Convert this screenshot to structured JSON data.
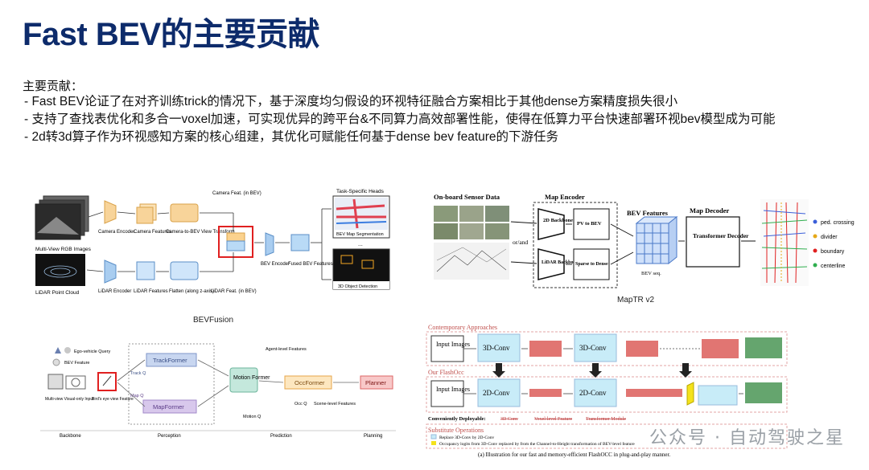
{
  "slide": {
    "title": "Fast BEV的主要贡献",
    "contrib_head": "主要贡献：",
    "bullets": [
      "- Fast BEV论证了在对齐训练trick的情况下，基于深度均匀假设的环视特征融合方案相比于其他dense方案精度损失很小",
      "- 支持了查找表优化和多合一voxel加速，可实现优异的跨平台&不同算力高效部署性能，使得在低算力平台快速部署环视bev模型成为可能",
      "- 2d转3d算子作为环视感知方案的核心组建，其优化可赋能任何基于dense bev feature的下游任务"
    ],
    "watermark": "公众号 · 自动驾驶之星"
  },
  "bevfusion": {
    "caption": "BEVFusion",
    "rgb_label": "Multi-View RGB Images",
    "lidar_label": "LiDAR Point Cloud",
    "cam_encoder": "Camera Encoder",
    "cam_features": "Camera Features",
    "cam_to_bev": "Camera-to-BEV View Transform",
    "cam_feat_bev": "Camera Feat. (in BEV)",
    "lidar_encoder": "LiDAR Encoder",
    "lidar_features": "LiDAR Features",
    "flatten": "Flatten (along z-axis)",
    "lidar_feat_bev": "LiDAR Feat. (in BEV)",
    "bev_encoder": "BEV Encoder",
    "fused": "Fused BEV Features",
    "heads": "Task-Specific Heads",
    "seg": "BEV Map Segmentation",
    "det": "3D Object Detection",
    "dots": "..."
  },
  "maptr": {
    "caption": "MapTR v2",
    "sensor": "On-board Sensor Data",
    "map_encoder": "Map Encoder",
    "backbone2d": "2D Backbone",
    "pv_bev": "PV to BEV",
    "lidar_backbone": "LiDAR Backbone",
    "sparse_dense": "Sparse to Dense",
    "or_and": "or/and",
    "bev_features": "BEV Features",
    "bev_seq": "BEV seq.",
    "map_decoder": "Map Decoder",
    "transformer_decoder": "Transformer Decoder",
    "legend": [
      {
        "name": "ped. crossing",
        "color": "#3b5fd9"
      },
      {
        "name": "divider",
        "color": "#e6a817"
      },
      {
        "name": "boundary",
        "color": "#e02020"
      },
      {
        "name": "centerline",
        "color": "#2fae4e"
      }
    ]
  },
  "uniad": {
    "ego_query": "Ego-vehicle Query",
    "bev_feature": "BEV Feature",
    "multiview": "Multi-view Visual-only Input",
    "birds_eye": "Bird's eye view Feature",
    "trackformer": "TrackFormer",
    "track_q": "Track Q",
    "mapformer": "MapFormer",
    "map_q": "Map Q",
    "motion_former": "Motion Former",
    "agent_level": "Agent-level Features",
    "occformer": "OccFormer",
    "planner": "Planner",
    "occ_q": "Occ Q",
    "scene_level": "Scene-level Features",
    "motion_q": "Motion Q",
    "backbone": "Backbone",
    "perception": "Perception",
    "prediction": "Prediction",
    "planning": "Planning"
  },
  "flashocc": {
    "contemporary": "Contemporary Approaches",
    "ours": "Our FlashOcc",
    "input": "Input Images",
    "conv3d": "3D-Conv",
    "conv2d": "2D-Conv",
    "deployable": "Conveniently Deployable:",
    "d1": "3D Conv",
    "d2": "Voxel-level Feature",
    "d3": "Transformer Module",
    "substitute": "Substitute Operations",
    "sub1": "Replace 3D-Conv by 2D-Conv",
    "sub2": "Occupancy logits from 3D-Conv replaced by from the Channel-to-Height transformation of BEV-level feature",
    "caption": "(a) Illustration for our fast and memory-efficient FlashOCC in plug-and-play manner."
  }
}
